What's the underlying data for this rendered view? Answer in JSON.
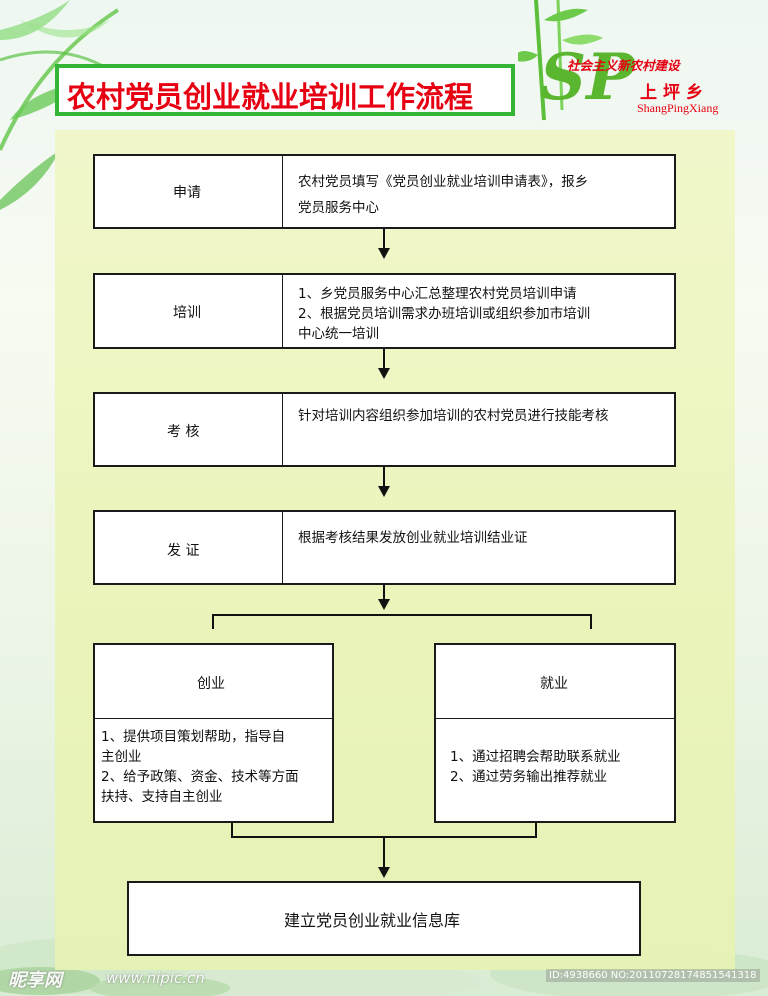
{
  "title": "农村党员创业就业培训工作流程",
  "logo": {
    "slogan": "社会主义新农村建设",
    "letters": "SP",
    "name_cn": "上坪乡",
    "name_en": "ShangPingXiang"
  },
  "steps": [
    {
      "label": "申请",
      "desc_lines": [
        "农村党员填写《党员创业就业培训申请表》，报乡",
        "党员服务中心"
      ]
    },
    {
      "label": "培训",
      "desc_lines": [
        "1、乡党员服务中心汇总整理农村党员培训申请",
        "2、根据党员培训需求办班培训或组织参加市培训",
        "中心统一培训"
      ]
    },
    {
      "label": "考 核",
      "desc_lines": [
        "针对培训内容组织参加培训的农村党员进行技能考核"
      ]
    },
    {
      "label": "发 证",
      "desc_lines": [
        "根据考核结果发放创业就业培训结业证"
      ]
    }
  ],
  "branches": [
    {
      "label": "创业",
      "desc_lines": [
        "1、提供项目策划帮助，指导自",
        "主创业",
        "2、给予政策、资金、技术等方面",
        "扶持、支持自主创业"
      ]
    },
    {
      "label": "就业",
      "desc_lines": [
        "1、通过招聘会帮助联系就业",
        "2、通过劳务输出推荐就业"
      ]
    }
  ],
  "final": {
    "label": "建立党员创业就业信息库"
  },
  "watermark": {
    "site": "昵享网",
    "url": "www.nipic.cn",
    "id_text": "ID:4938660 NO:20110728174851541318"
  },
  "colors": {
    "title_red": "#e60012",
    "border_green": "#35b535",
    "panel": "#eef5c2"
  }
}
